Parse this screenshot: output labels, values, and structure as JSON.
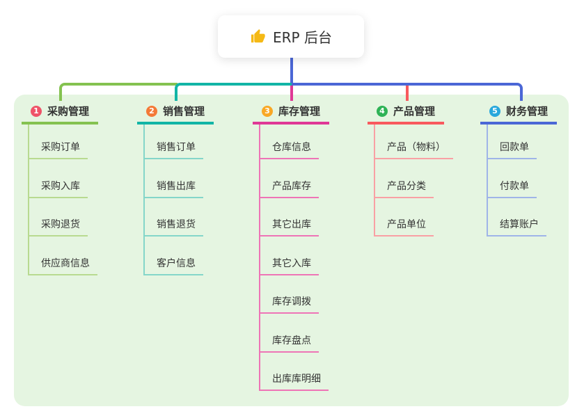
{
  "root": {
    "label": "ERP 后台",
    "icon": "thumbs-up-icon",
    "icon_color": "#f5b915"
  },
  "colors": {
    "panel_bg": "#e5f5e1",
    "green": "#84c250",
    "teal": "#12b5a6",
    "magenta": "#df3896",
    "red": "#f85a5e",
    "blue": "#4b67d6",
    "text": "#333333"
  },
  "branches": [
    {
      "num": "1",
      "label": "采购管理",
      "badge_color": "#ef5368",
      "line_color": "#84c250",
      "child_line_color": "#b8da90",
      "children": [
        "采购订单",
        "采购入库",
        "采购退货",
        "供应商信息"
      ]
    },
    {
      "num": "2",
      "label": "销售管理",
      "badge_color": "#f47a38",
      "line_color": "#12b5a6",
      "child_line_color": "#84d6c9",
      "children": [
        "销售订单",
        "销售出库",
        "销售退货",
        "客户信息"
      ]
    },
    {
      "num": "3",
      "label": "库存管理",
      "badge_color": "#f9a825",
      "line_color": "#df3896",
      "child_line_color": "#ee74b6",
      "children": [
        "仓库信息",
        "产品库存",
        "其它出库",
        "其它入库",
        "库存调拨",
        "库存盘点",
        "出库库明细"
      ]
    },
    {
      "num": "4",
      "label": "产品管理",
      "badge_color": "#2eb356",
      "line_color": "#f85a5e",
      "child_line_color": "#f9a0a4",
      "children": [
        "产品（物料）",
        "产品分类",
        "产品单位"
      ]
    },
    {
      "num": "5",
      "label": "财务管理",
      "badge_color": "#29a8dc",
      "line_color": "#4b67d6",
      "child_line_color": "#9fb4e8",
      "children": [
        "回款单",
        "付款单",
        "结算账户"
      ]
    }
  ]
}
